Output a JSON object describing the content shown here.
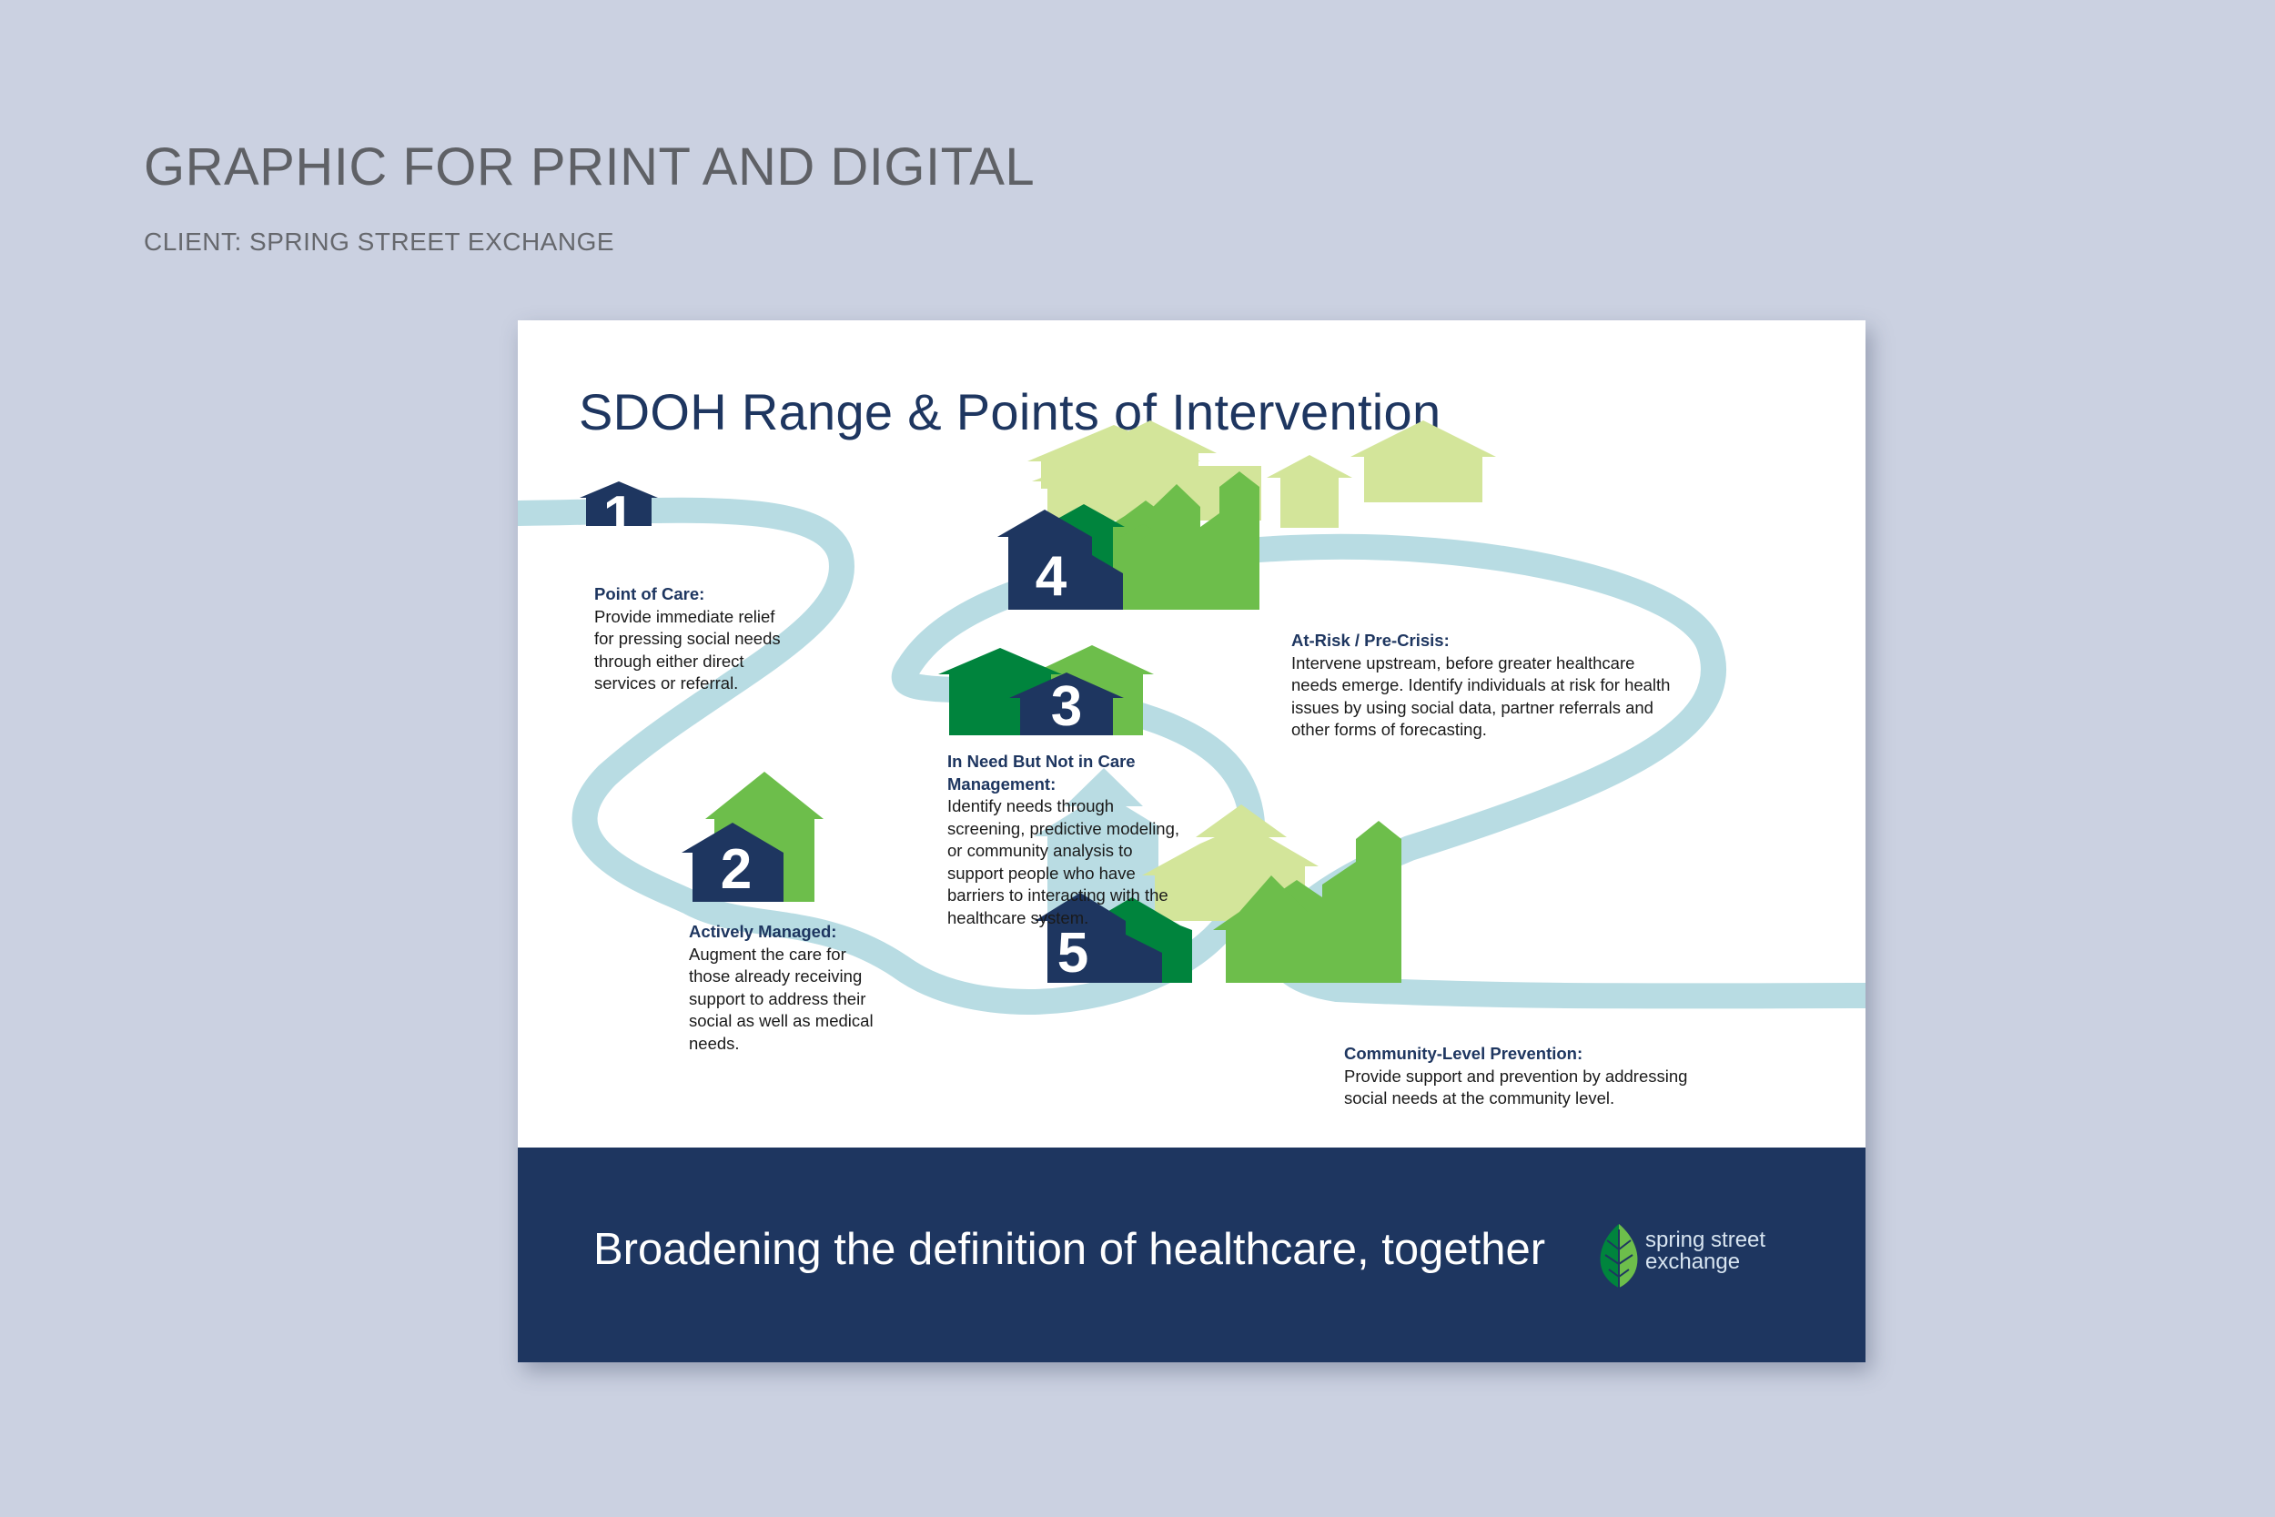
{
  "page": {
    "heading": "GRAPHIC FOR PRINT AND DIGITAL",
    "client": "CLIENT: SPRING STREET EXCHANGE"
  },
  "card": {
    "title": "SDOH Range & Points of Intervention",
    "steps": [
      {
        "number": "1",
        "title": "Point of Care:",
        "text": "Provide immediate relief for pressing social needs through either direct services or referral."
      },
      {
        "number": "2",
        "title": "Actively Managed:",
        "text": "Augment the care for those already receiving support to address their social as well as medical needs."
      },
      {
        "number": "3",
        "title": "In Need But Not in Care Management:",
        "text": "Identify needs through screening, predictive modeling, or community analysis to support people who have barriers to interacting with the healthcare system."
      },
      {
        "number": "4",
        "title": "At-Risk / Pre-Crisis:",
        "text": "Intervene upstream, before greater healthcare needs emerge. Identify individuals at risk for health issues by using social data, partner referrals and other forms of forecasting."
      },
      {
        "number": "5",
        "title": "Community-Level Prevention:",
        "text": "Provide support and prevention by addressing social needs at the community level."
      }
    ],
    "footer": {
      "tagline": "Broadening the definition of healthcare, together",
      "logo_line1": "spring street",
      "logo_line2": "exchange"
    }
  },
  "colors": {
    "background": "#cbd1e1",
    "navy": "#1e3660",
    "dark_green": "#00843d",
    "green": "#6dbe4b",
    "light_green": "#d3e59a",
    "path": "#b8dce3",
    "light_blue_house": "#b9dce3"
  },
  "icons": [
    "house-icon",
    "leaf-logo-icon"
  ]
}
